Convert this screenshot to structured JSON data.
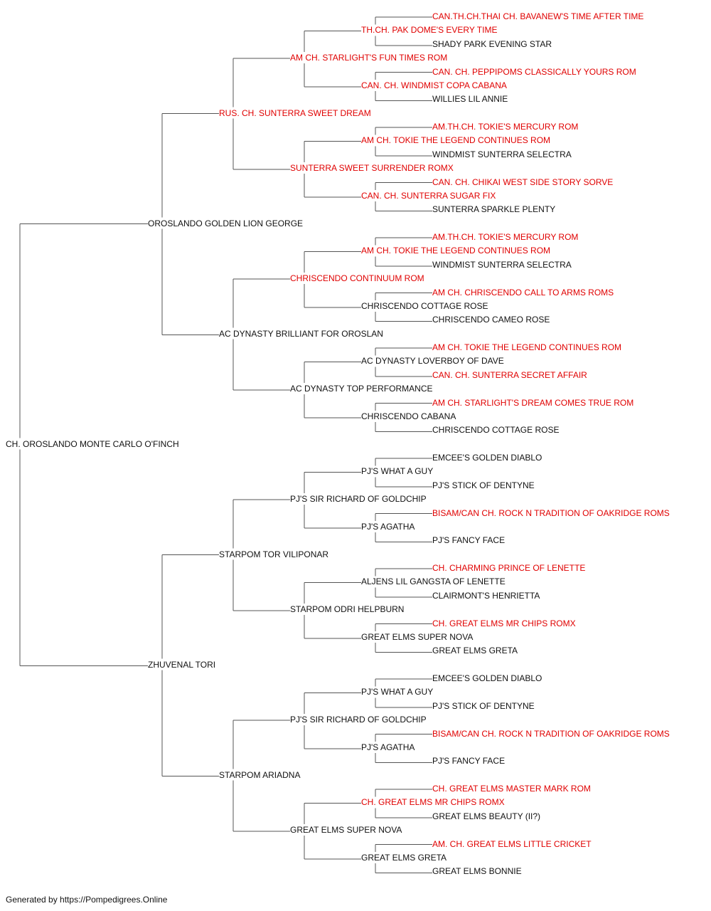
{
  "colors": {
    "champion": "#e00000",
    "regular": "#111111",
    "line": "#555555"
  },
  "pedigree": {
    "name": "CH. OROSLANDO MONTE CARLO O'FINCH",
    "champion": false,
    "sire": {
      "name": "OROSLANDO GOLDEN LION GEORGE",
      "champion": false,
      "sire": {
        "name": "RUS. CH. SUNTERRA SWEET DREAM",
        "champion": true,
        "sire": {
          "name": "AM CH. STARLIGHT'S FUN TIMES ROM",
          "champion": true,
          "sire": {
            "name": "TH.CH. PAK DOME'S EVERY TIME",
            "champion": true,
            "sire": {
              "name": "CAN.TH.CH.THAI CH. BAVANEW'S TIME AFTER TIME",
              "champion": true
            },
            "dam": {
              "name": "SHADY PARK EVENING STAR",
              "champion": false
            }
          },
          "dam": {
            "name": "CAN. CH. WINDMIST COPA CABANA",
            "champion": true,
            "sire": {
              "name": "CAN. CH. PEPPIPOMS CLASSICALLY YOURS ROM",
              "champion": true
            },
            "dam": {
              "name": "WILLIES LIL ANNIE",
              "champion": false
            }
          }
        },
        "dam": {
          "name": "SUNTERRA SWEET SURRENDER ROMX",
          "champion": true,
          "sire": {
            "name": "AM CH. TOKIE THE LEGEND CONTINUES ROM",
            "champion": true,
            "sire": {
              "name": "AM.TH.CH. TOKIE'S MERCURY ROM",
              "champion": true
            },
            "dam": {
              "name": "WINDMIST SUNTERRA SELECTRA",
              "champion": false
            }
          },
          "dam": {
            "name": "CAN. CH. SUNTERRA SUGAR FIX",
            "champion": true,
            "sire": {
              "name": "CAN. CH. CHIKAI WEST SIDE STORY SORVE",
              "champion": true
            },
            "dam": {
              "name": "SUNTERRA SPARKLE PLENTY",
              "champion": false
            }
          }
        }
      },
      "dam": {
        "name": "AC DYNASTY BRILLIANT FOR OROSLAN",
        "champion": false,
        "sire": {
          "name": "CHRISCENDO CONTINUUM ROM",
          "champion": true,
          "sire": {
            "name": "AM CH. TOKIE THE LEGEND CONTINUES ROM",
            "champion": true,
            "sire": {
              "name": "AM.TH.CH. TOKIE'S MERCURY ROM",
              "champion": true
            },
            "dam": {
              "name": "WINDMIST SUNTERRA SELECTRA",
              "champion": false
            }
          },
          "dam": {
            "name": "CHRISCENDO COTTAGE ROSE",
            "champion": false,
            "sire": {
              "name": "AM CH. CHRISCENDO CALL TO ARMS ROMS",
              "champion": true
            },
            "dam": {
              "name": "CHRISCENDO CAMEO ROSE",
              "champion": false
            }
          }
        },
        "dam": {
          "name": "AC DYNASTY TOP PERFORMANCE",
          "champion": false,
          "sire": {
            "name": "AC DYNASTY LOVERBOY OF DAVE",
            "champion": false,
            "sire": {
              "name": "AM CH. TOKIE THE LEGEND CONTINUES ROM",
              "champion": true
            },
            "dam": {
              "name": "CAN. CH. SUNTERRA SECRET AFFAIR",
              "champion": true
            }
          },
          "dam": {
            "name": "CHRISCENDO CABANA",
            "champion": false,
            "sire": {
              "name": "AM CH. STARLIGHT'S DREAM COMES TRUE ROM",
              "champion": true
            },
            "dam": {
              "name": "CHRISCENDO COTTAGE ROSE",
              "champion": false
            }
          }
        }
      }
    },
    "dam": {
      "name": "ZHUVENAL TORI",
      "champion": false,
      "sire": {
        "name": "STARPOM TOR VILIPONAR",
        "champion": false,
        "sire": {
          "name": "PJ'S SIR RICHARD OF GOLDCHIP",
          "champion": false,
          "sire": {
            "name": "PJ'S WHAT A GUY",
            "champion": false,
            "sire": {
              "name": "EMCEE'S GOLDEN DIABLO",
              "champion": false
            },
            "dam": {
              "name": "PJ'S STICK OF DENTYNE",
              "champion": false
            }
          },
          "dam": {
            "name": "PJ'S AGATHA",
            "champion": false,
            "sire": {
              "name": "BISAM/CAN CH. ROCK N TRADITION OF OAKRIDGE ROMS",
              "champion": true
            },
            "dam": {
              "name": "PJ'S FANCY FACE",
              "champion": false
            }
          }
        },
        "dam": {
          "name": "STARPOM ODRI HELPBURN",
          "champion": false,
          "sire": {
            "name": "ALJENS LIL GANGSTA OF LENETTE",
            "champion": false,
            "sire": {
              "name": "CH. CHARMING PRINCE OF LENETTE",
              "champion": true
            },
            "dam": {
              "name": "CLAIRMONT'S HENRIETTA",
              "champion": false
            }
          },
          "dam": {
            "name": "GREAT ELMS SUPER NOVA",
            "champion": false,
            "sire": {
              "name": "CH. GREAT ELMS MR CHIPS ROMX",
              "champion": true
            },
            "dam": {
              "name": "GREAT ELMS GRETA",
              "champion": false
            }
          }
        }
      },
      "dam": {
        "name": "STARPOM ARIADNA",
        "champion": false,
        "sire": {
          "name": "PJ'S SIR RICHARD OF GOLDCHIP",
          "champion": false,
          "sire": {
            "name": "PJ'S WHAT A GUY",
            "champion": false,
            "sire": {
              "name": "EMCEE'S GOLDEN DIABLO",
              "champion": false
            },
            "dam": {
              "name": "PJ'S STICK OF DENTYNE",
              "champion": false
            }
          },
          "dam": {
            "name": "PJ'S AGATHA",
            "champion": false,
            "sire": {
              "name": "BISAM/CAN CH. ROCK N TRADITION OF OAKRIDGE ROMS",
              "champion": true
            },
            "dam": {
              "name": "PJ'S FANCY FACE",
              "champion": false
            }
          }
        },
        "dam": {
          "name": "GREAT ELMS SUPER NOVA",
          "champion": false,
          "sire": {
            "name": "CH. GREAT ELMS MR CHIPS ROMX",
            "champion": true,
            "sire": {
              "name": "CH. GREAT ELMS MASTER MARK ROM",
              "champion": true
            },
            "dam": {
              "name": "GREAT ELMS BEAUTY (II?)",
              "champion": false
            }
          },
          "dam": {
            "name": "GREAT ELMS GRETA",
            "champion": false,
            "sire": {
              "name": "AM. CH. GREAT ELMS LITTLE CRICKET",
              "champion": true
            },
            "dam": {
              "name": "GREAT ELMS BONNIE",
              "champion": false
            }
          }
        }
      }
    }
  },
  "footer": {
    "text": "Generated by https://Pompedigrees.Online"
  }
}
